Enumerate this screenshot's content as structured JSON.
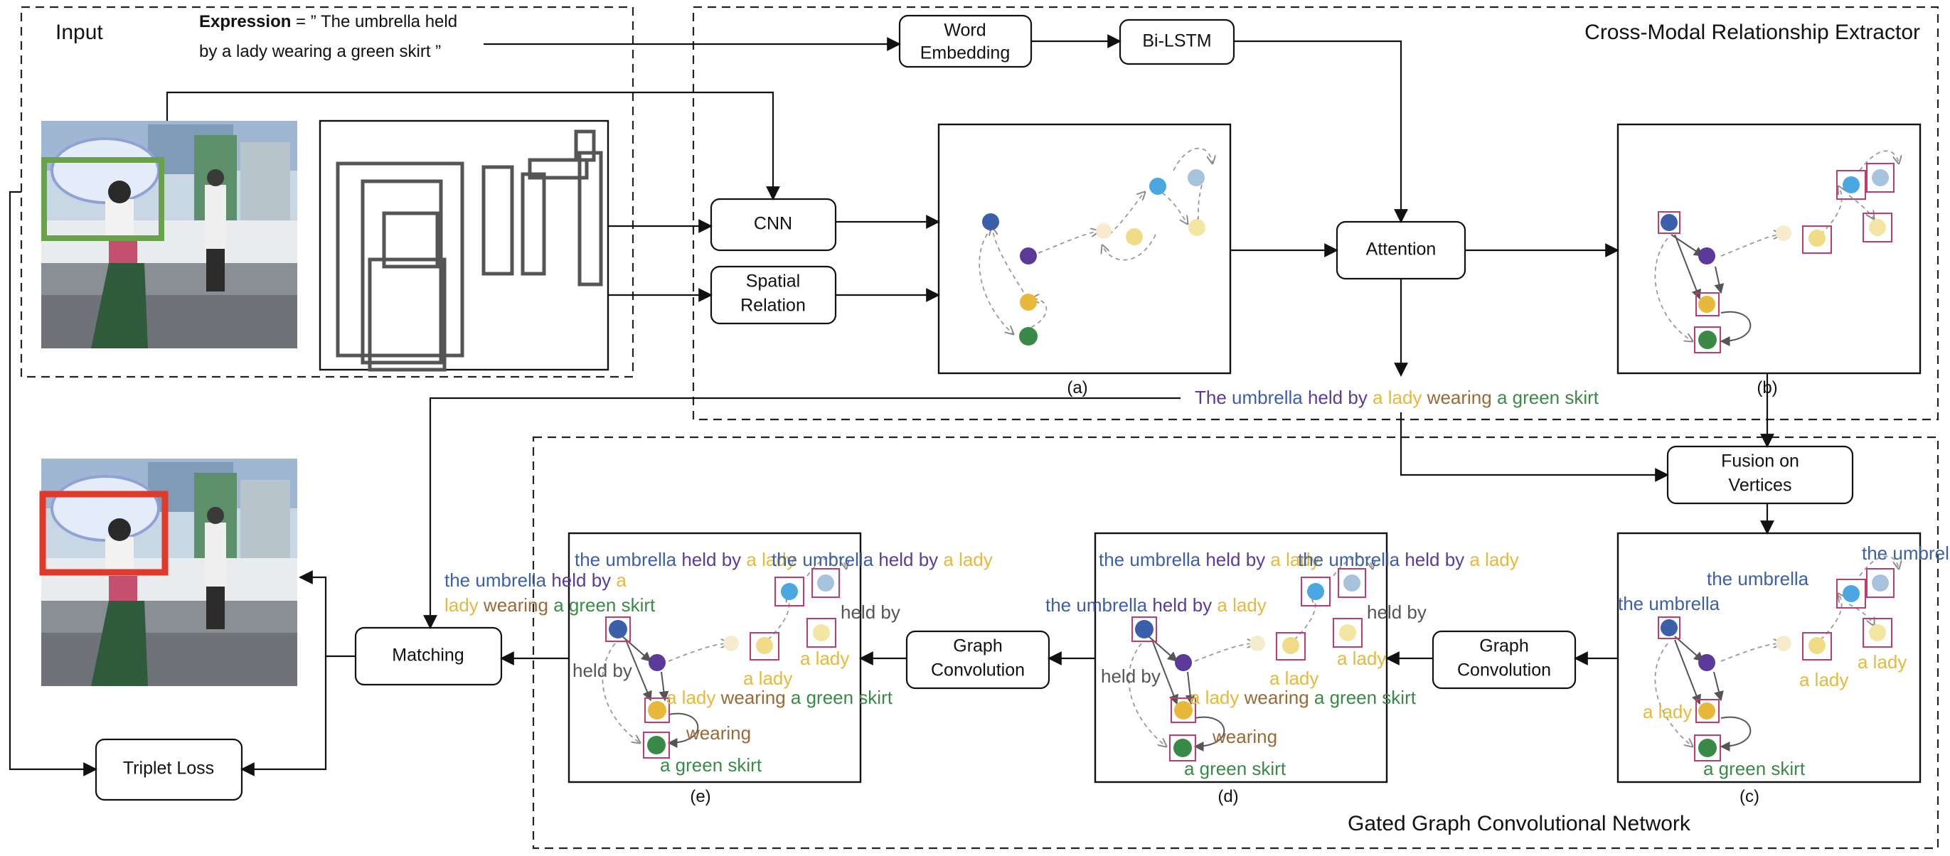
{
  "input_label": "Input",
  "expression": {
    "label_bold": "Expression",
    "line1": " = ” The umbrella held",
    "line2": "by a lady wearing a green skirt ”"
  },
  "regions": {
    "extractor": "Cross-Modal Relationship Extractor",
    "ggcn": "Gated Graph Convolutional Network"
  },
  "modules": {
    "word_embedding_line1": "Word",
    "word_embedding_line2": "Embedding",
    "bilstm": "Bi-LSTM",
    "cnn": "CNN",
    "spatial_line1": "Spatial",
    "spatial_line2": "Relation",
    "attention": "Attention",
    "fusion_line1": "Fusion on",
    "fusion_line2": "Vertices",
    "graph_conv_line1": "Graph",
    "graph_conv_line2": "Convolution",
    "matching": "Matching",
    "triplet": "Triplet Loss"
  },
  "panel_labels": {
    "a": "(a)",
    "b": "(b)",
    "c": "(c)",
    "d": "(d)",
    "e": "(e)"
  },
  "sentence": {
    "w1": "The ",
    "w2": "umbrella",
    "w3": " held by ",
    "w4": "a lady",
    "w5": " wearing ",
    "w6": "a green skirt"
  },
  "annotations": {
    "the": "the ",
    "umbrella": "umbrella",
    "held_by": " held by ",
    "held_by_plain": "held by",
    "a_lady": "a lady",
    "a": "a",
    "lady": "lady",
    "wearing": "wearing",
    "wearing_mid": " wearing ",
    "green_skirt": "a green skirt",
    "the_umbrella": "the umbrella"
  },
  "colors": {
    "subject": "#3b5fa8",
    "relation": "#5b3a99",
    "object": "#e6b93a",
    "skirt": "#3a8a47",
    "wearing": "#9a6a35",
    "detection": "#6aa14b",
    "result": "#e03a2a"
  }
}
